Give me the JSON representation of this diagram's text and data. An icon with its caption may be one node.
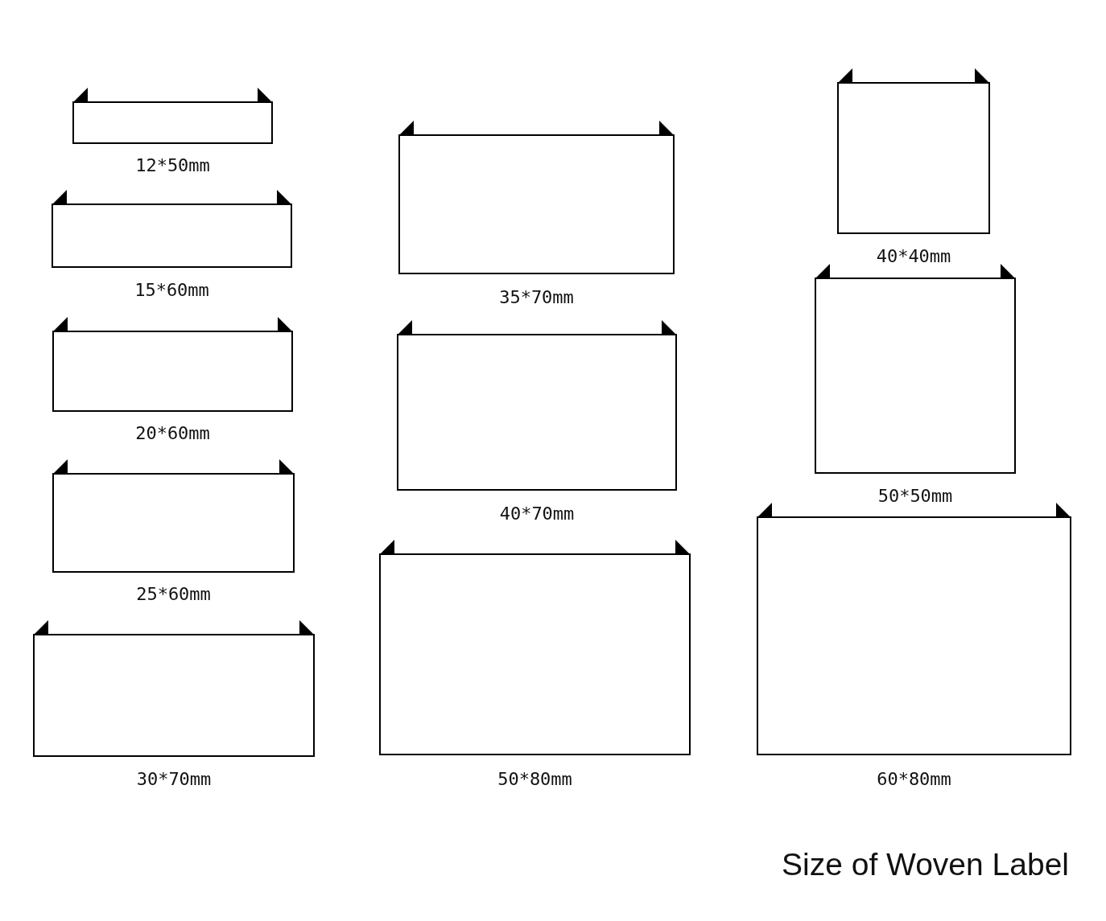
{
  "diagram": {
    "title": "Size of Woven Label",
    "nodes": [
      {
        "text": [],
        "shape": "box",
        "beside": [
          "12*50mm"
        ]
      },
      {
        "text": [],
        "shape": "box",
        "beside": [
          "15*60mm"
        ]
      },
      {
        "text": [],
        "shape": "box",
        "beside": [
          "20*60mm"
        ]
      },
      {
        "text": [],
        "shape": "box",
        "beside": [
          "25*60mm"
        ]
      },
      {
        "text": [],
        "shape": "box",
        "beside": [
          "30*70mm"
        ]
      },
      {
        "text": [],
        "shape": "box",
        "beside": [
          "35*70mm"
        ]
      },
      {
        "text": [],
        "shape": "box",
        "beside": [
          "40*70mm"
        ]
      },
      {
        "text": [],
        "shape": "box",
        "beside": [
          "50*80mm"
        ]
      },
      {
        "text": [],
        "shape": "box",
        "beside": [
          "40*40mm"
        ]
      },
      {
        "text": [],
        "shape": "box",
        "beside": [
          "50*50mm"
        ]
      },
      {
        "text": [],
        "shape": "box",
        "beside": [
          "60*80mm"
        ]
      }
    ]
  }
}
